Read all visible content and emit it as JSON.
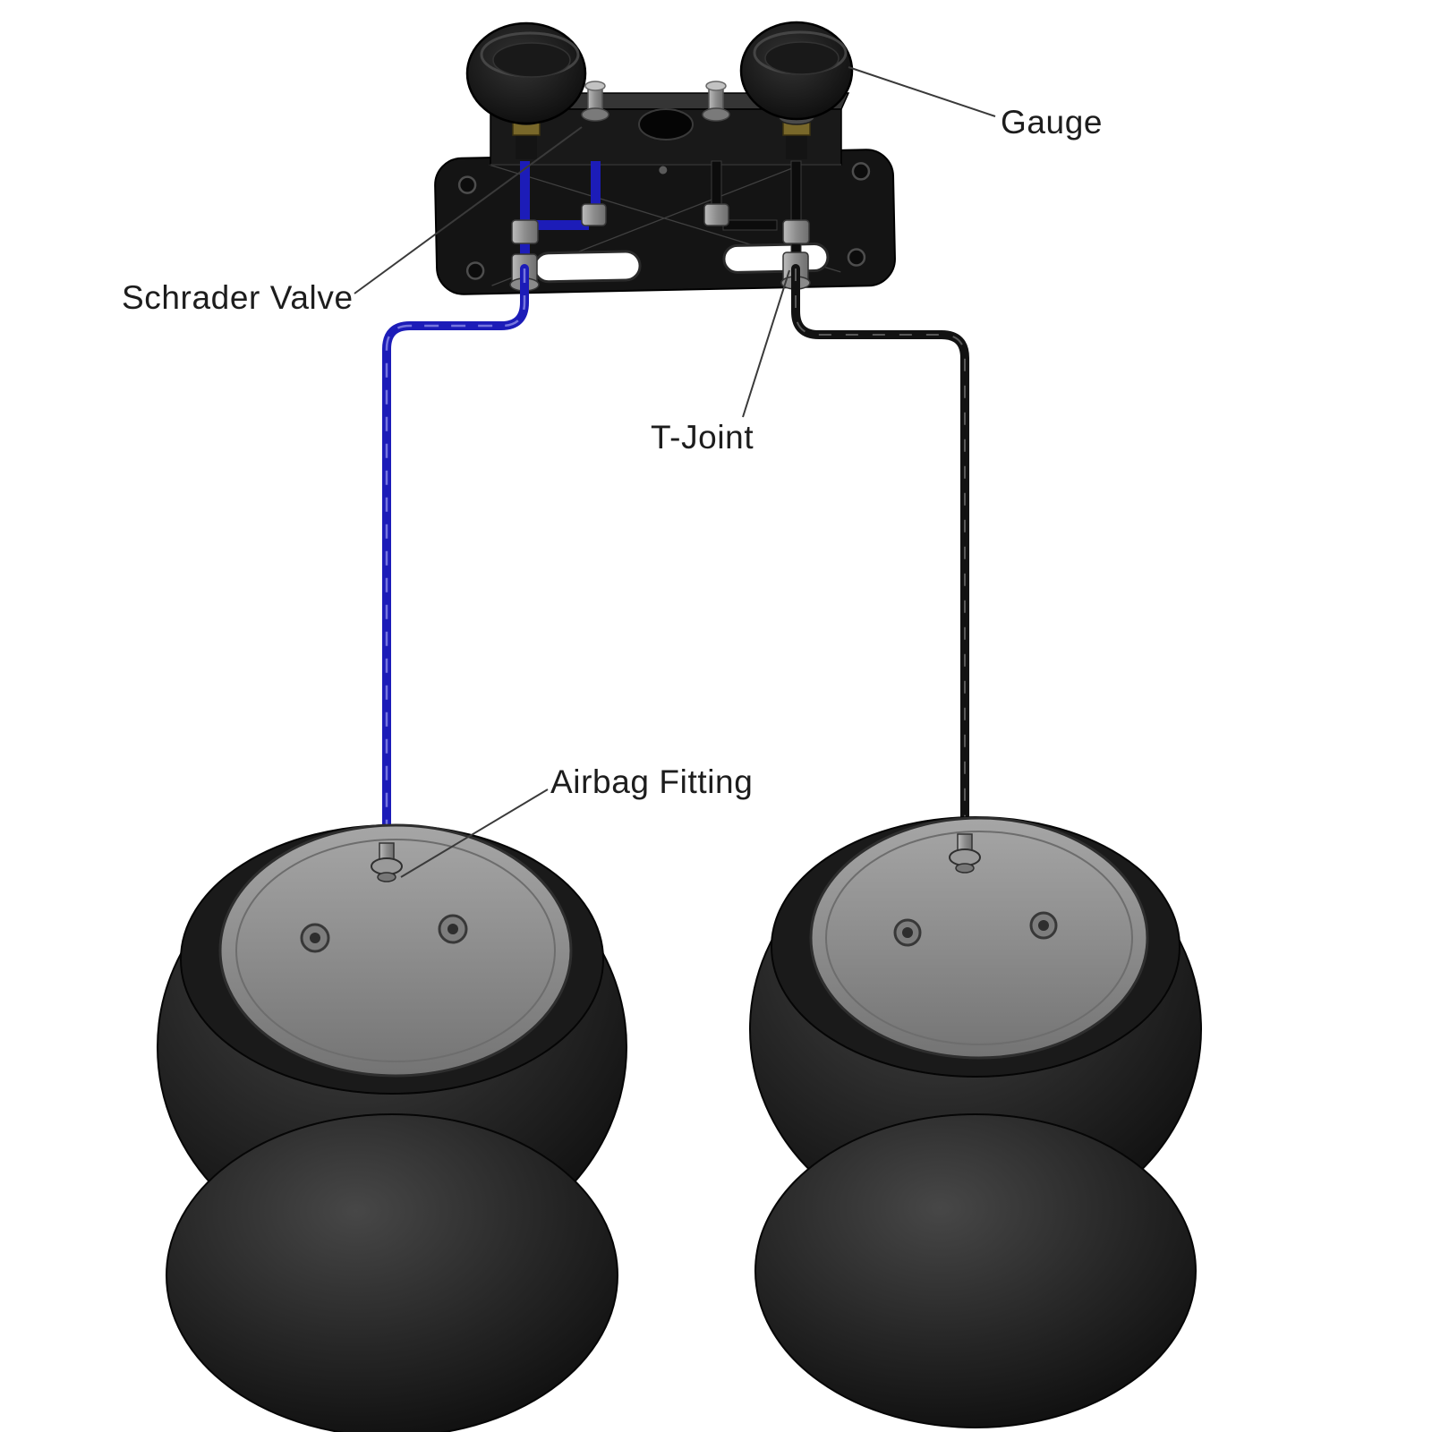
{
  "diagram": {
    "labels": {
      "gauge": "Gauge",
      "schrader_valve": "Schrader Valve",
      "t_joint": "T-Joint",
      "airbag_fitting": "Airbag Fitting"
    },
    "colors": {
      "background": "#ffffff",
      "left_air_line": "#1c1cb8",
      "left_air_line_highlight": "#8080e2",
      "right_air_line": "#121212",
      "right_air_line_highlight": "#6a6a6a",
      "panel_black": "#141414",
      "airbag_rubber_dark": "#101010",
      "airbag_top_plate": "#8f8f8f",
      "metal_fitting": "#9a9a9a",
      "leader_line": "#3a3a3a",
      "label_text": "#1d1d1d"
    }
  }
}
